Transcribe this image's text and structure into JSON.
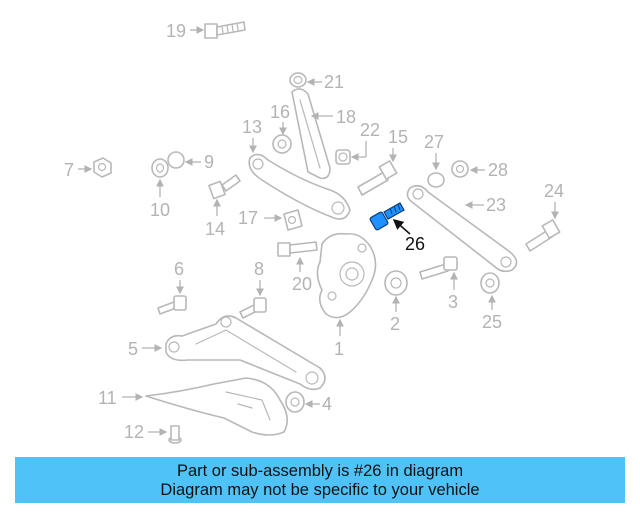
{
  "diagram": {
    "highlight_color": "#1e90ff",
    "callouts": {
      "c1": "1",
      "c2": "2",
      "c3": "3",
      "c4": "4",
      "c5": "5",
      "c6": "6",
      "c7": "7",
      "c8": "8",
      "c9": "9",
      "c10": "10",
      "c11": "11",
      "c12": "12",
      "c13": "13",
      "c14": "14",
      "c15": "15",
      "c16": "16",
      "c17": "17",
      "c18": "18",
      "c19": "19",
      "c20": "20",
      "c21": "21",
      "c22": "22",
      "c23": "23",
      "c24": "24",
      "c25": "25",
      "c26": "26",
      "c27": "27",
      "c28": "28"
    }
  },
  "banner": {
    "line1": "Part or sub-assembly is #26 in diagram",
    "line2": "Diagram may not be specific to your vehicle",
    "background": "#4fc3f7"
  }
}
